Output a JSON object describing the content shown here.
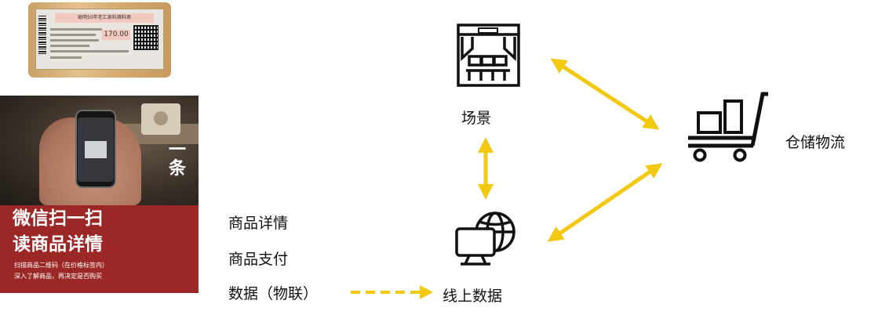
{
  "colors": {
    "arrow": "#f2c811",
    "banner": "#9b2826",
    "icon": "#111111",
    "text": "#111111"
  },
  "price_tag": {
    "header": "聪明50年老汇泉料酒料酒",
    "price": "170.00"
  },
  "scan_card": {
    "headline_1": "微信扫一扫",
    "headline_2": "读商品详情",
    "line_1": "扫描商品二维码（在价格标签内）",
    "line_2": "深入了解商品，再决定是否购买",
    "badge": "一条"
  },
  "nodes": {
    "scene": {
      "label": "场景",
      "icon": "stage-icon"
    },
    "logistics": {
      "label": "仓储物流",
      "icon": "cart-icon"
    },
    "online": {
      "label": "线上数据",
      "icon": "monitor-globe-icon"
    }
  },
  "list_items": [
    "商品详情",
    "商品支付",
    "数据（物联）"
  ]
}
